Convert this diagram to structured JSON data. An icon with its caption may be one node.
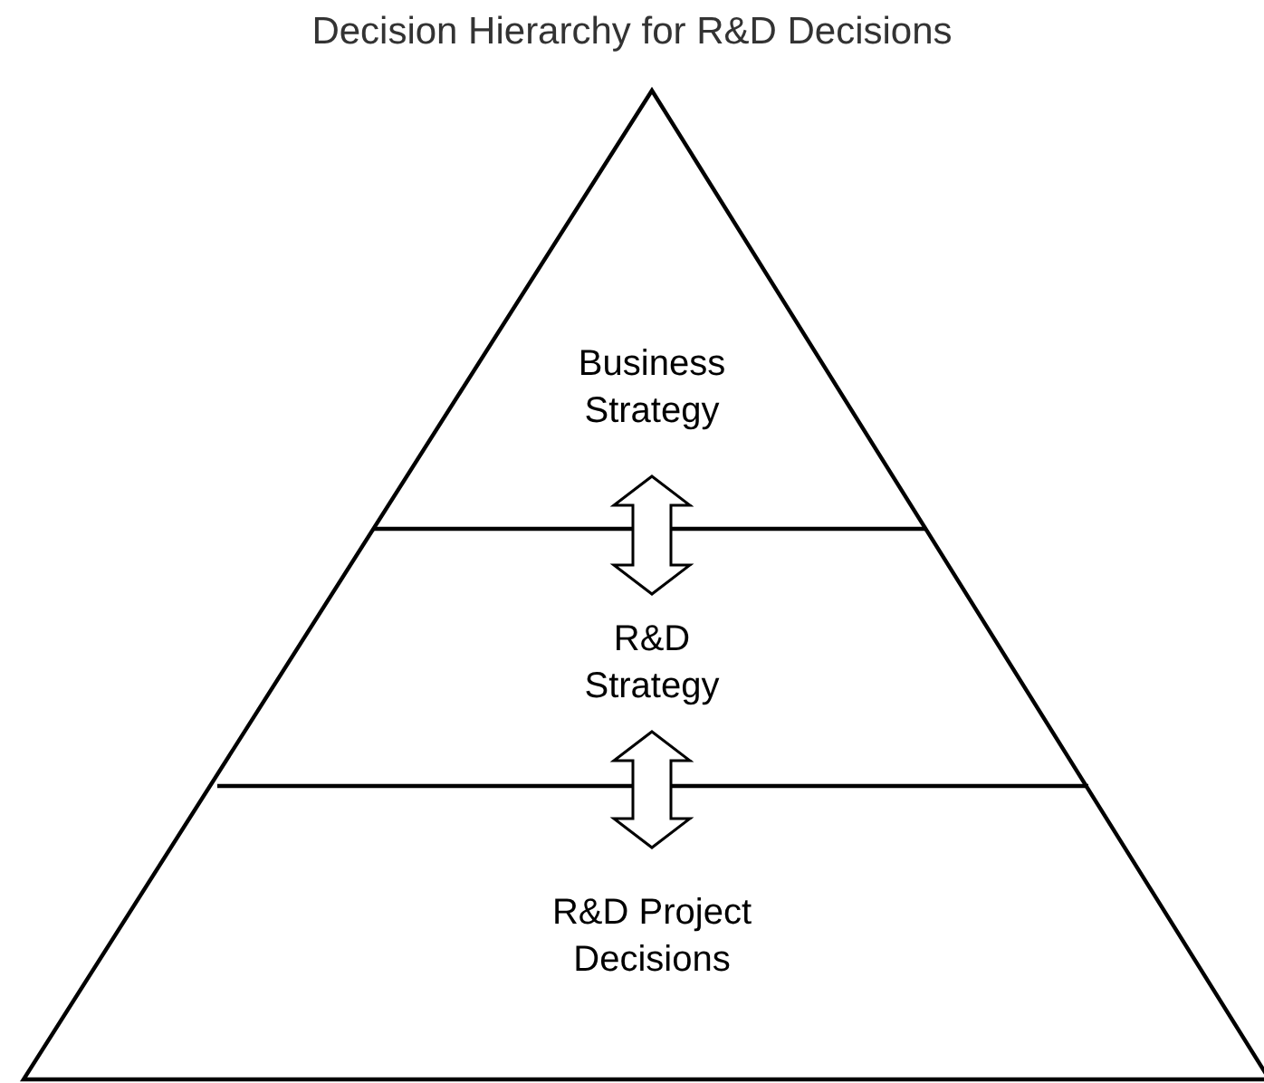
{
  "diagram": {
    "title": "Decision Hierarchy for R&D Decisions",
    "nodes": [
      {
        "text": [
          "Business Strategy"
        ]
      },
      {
        "text": [
          "R&D Strategy"
        ]
      },
      {
        "text": [
          "R&D Project Decisions"
        ]
      }
    ],
    "edges": [
      {
        "from": 0,
        "to": 1,
        "arrow": "both"
      },
      {
        "from": 1,
        "to": 2,
        "arrow": "both"
      }
    ]
  }
}
